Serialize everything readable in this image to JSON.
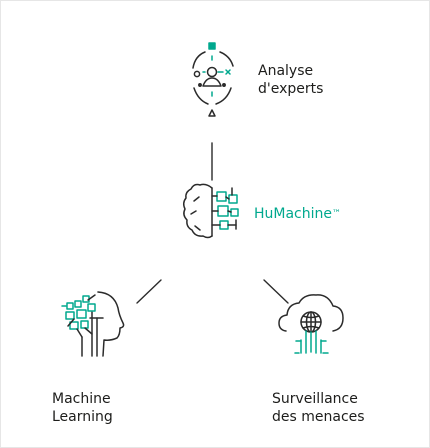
{
  "colors": {
    "accent": "#00a88e",
    "line": "#2b2b2b",
    "text": "#1d1d1b"
  },
  "nodes": {
    "experts": {
      "icon": "expert-network-icon",
      "label_lines": [
        "Analyse",
        "d'experts"
      ]
    },
    "humachine": {
      "icon": "brain-chip-icon",
      "label": "HuMachine",
      "trademark": "™"
    },
    "machine_learning": {
      "icon": "head-circuit-icon",
      "label_lines": [
        "Machine",
        "Learning"
      ]
    },
    "threat": {
      "icon": "cloud-globe-icon",
      "label_lines": [
        "Surveillance",
        "des menaces"
      ]
    }
  },
  "connectors": [
    {
      "from": "experts",
      "to": "humachine"
    },
    {
      "from": "humachine",
      "to": "machine_learning"
    },
    {
      "from": "humachine",
      "to": "threat"
    }
  ]
}
